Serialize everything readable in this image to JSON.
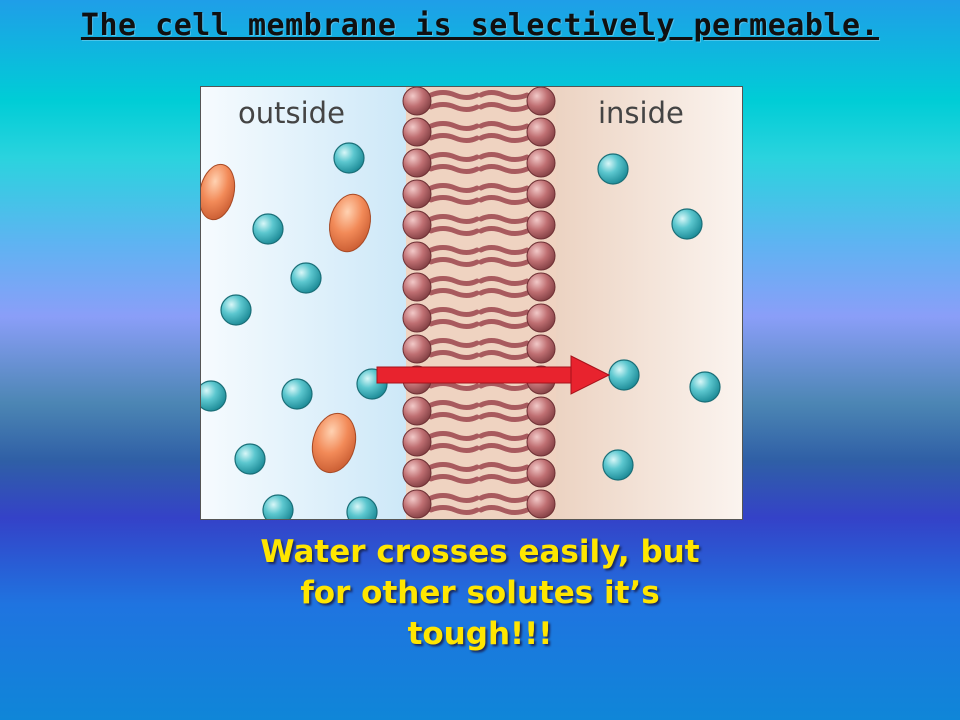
{
  "slide": {
    "title": "The cell membrane is selectively permeable.",
    "caption_lines": [
      "Water crosses easily, but",
      "for other solutes it’s",
      "tough!!!"
    ]
  },
  "diagram": {
    "label_outside": "outside",
    "label_inside": "inside",
    "colors": {
      "water": "#4fc2cc",
      "solute": "#f0885a",
      "phospholipid_head": "#b86a6e",
      "arrow": "#e8232e"
    }
  }
}
